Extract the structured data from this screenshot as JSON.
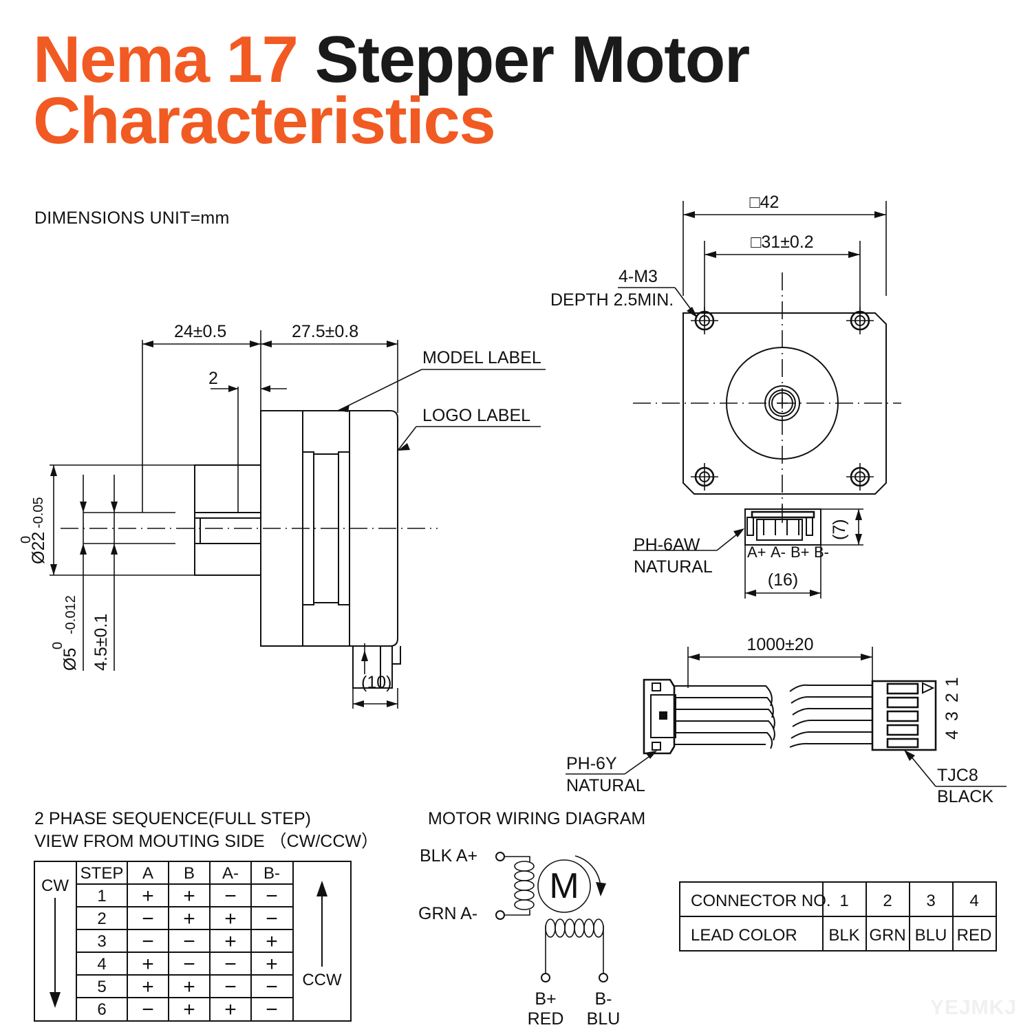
{
  "title": {
    "line1_orange": "Nema 17 ",
    "line1_black": "Stepper Motor",
    "line2_orange": "Characteristics",
    "orange_hex": "#F15A22",
    "black_hex": "#1A1A1A"
  },
  "unit_note": "DIMENSIONS UNIT=mm",
  "watermark": "YEJMKJ",
  "side_view": {
    "dim_shaft_len": "24±0.5",
    "dim_body_len": "27.5±0.8",
    "dim_flat_offset": "2",
    "dim_flange_dia_main": "Ø22",
    "dim_flange_dia_tol_up": "0",
    "dim_flange_dia_tol_dn": "-0.05",
    "dim_shaft_dia_main": "Ø5",
    "dim_shaft_dia_tol_up": "0",
    "dim_shaft_dia_tol_dn": "-0.012",
    "dim_flat_depth": "4.5±0.1",
    "dim_conn_height": "(10)",
    "label_model": "MODEL LABEL",
    "label_logo": "LOGO LABEL"
  },
  "front_view": {
    "dim_body_square": "□42",
    "dim_hole_pitch": "□31±0.2",
    "callout_screw_line1": "4-M3",
    "callout_screw_line2": "DEPTH 2.5MIN.",
    "connector_name_line1": "PH-6AW",
    "connector_name_line2": "NATURAL",
    "pin_labels": [
      "A+",
      "A-",
      "B+",
      "B-"
    ],
    "dim_conn_width": "(16)",
    "dim_conn_depth": "(7)"
  },
  "cable_view": {
    "dim_length": "1000±20",
    "left_conn_line1": "PH-6Y",
    "left_conn_line2": "NATURAL",
    "right_conn_line1": "TJC8",
    "right_conn_line2": "BLACK",
    "pin_numbers": [
      "4",
      "3",
      "2",
      "1"
    ]
  },
  "phase_table": {
    "heading_line1": "2 PHASE SEQUENCE(FULL STEP)",
    "heading_line2": "VIEW FROM MOUTING SIDE （CW/CCW）",
    "left_label": "CW",
    "right_label": "CCW",
    "columns": [
      "STEP",
      "A",
      "B",
      "A-",
      "B-"
    ],
    "rows": [
      [
        "1",
        "+",
        "+",
        "−",
        "−"
      ],
      [
        "2",
        "−",
        "+",
        "+",
        "−"
      ],
      [
        "3",
        "−",
        "−",
        "+",
        "+"
      ],
      [
        "4",
        "+",
        "−",
        "−",
        "+"
      ],
      [
        "5",
        "+",
        "+",
        "−",
        "−"
      ],
      [
        "6",
        "−",
        "+",
        "+",
        "−"
      ]
    ]
  },
  "wiring_diagram": {
    "heading": "MOTOR WIRING  DIAGRAM",
    "lead_a_plus": "BLK  A+",
    "lead_a_minus": "GRN  A-",
    "lead_b_plus_1": "B+",
    "lead_b_plus_2": "RED",
    "lead_b_minus_1": "B-",
    "lead_b_minus_2": "BLU",
    "motor_symbol": "M"
  },
  "connector_table": {
    "row1_header": "CONNECTOR NO.",
    "row1_values": [
      "1",
      "2",
      "3",
      "4"
    ],
    "row2_header": "LEAD COLOR",
    "row2_values": [
      "BLK",
      "GRN",
      "BLU",
      "RED"
    ]
  }
}
